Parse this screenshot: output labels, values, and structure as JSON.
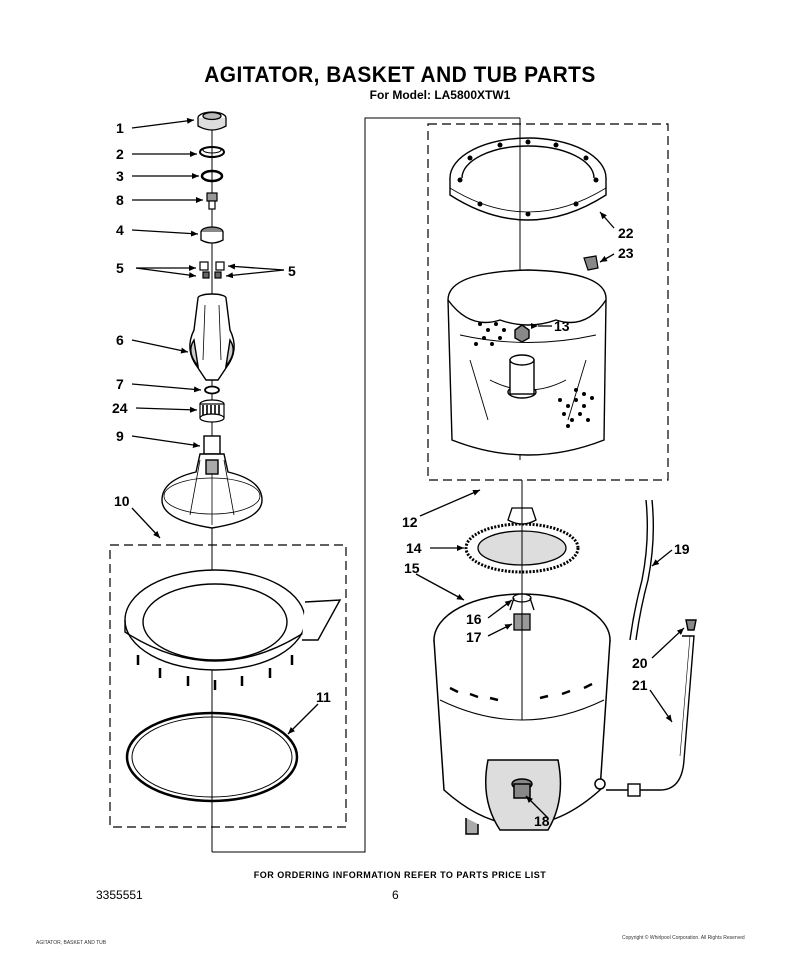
{
  "header": {
    "title": "AGITATOR, BASKET AND TUB PARTS",
    "subtitle": "For Model: LA5800XTW1"
  },
  "callouts": {
    "c1": "1",
    "c2": "2",
    "c3": "3",
    "c8": "8",
    "c4": "4",
    "c5a": "5",
    "c5b": "5",
    "c6": "6",
    "c7": "7",
    "c24": "24",
    "c9": "9",
    "c10": "10",
    "c11": "11",
    "c12": "12",
    "c13": "13",
    "c14": "14",
    "c15": "15",
    "c16": "16",
    "c17": "17",
    "c18": "18",
    "c19": "19",
    "c20": "20",
    "c21": "21",
    "c22": "22",
    "c23": "23"
  },
  "footer": {
    "order_note": "FOR ORDERING INFORMATION REFER TO PARTS PRICE LIST",
    "doc_number": "3355551",
    "page_number": "6",
    "fine_left": "AGITATOR, BASKET AND TUB",
    "fine_right": "Copyright © Whirlpool Corporation. All Rights Reserved"
  }
}
